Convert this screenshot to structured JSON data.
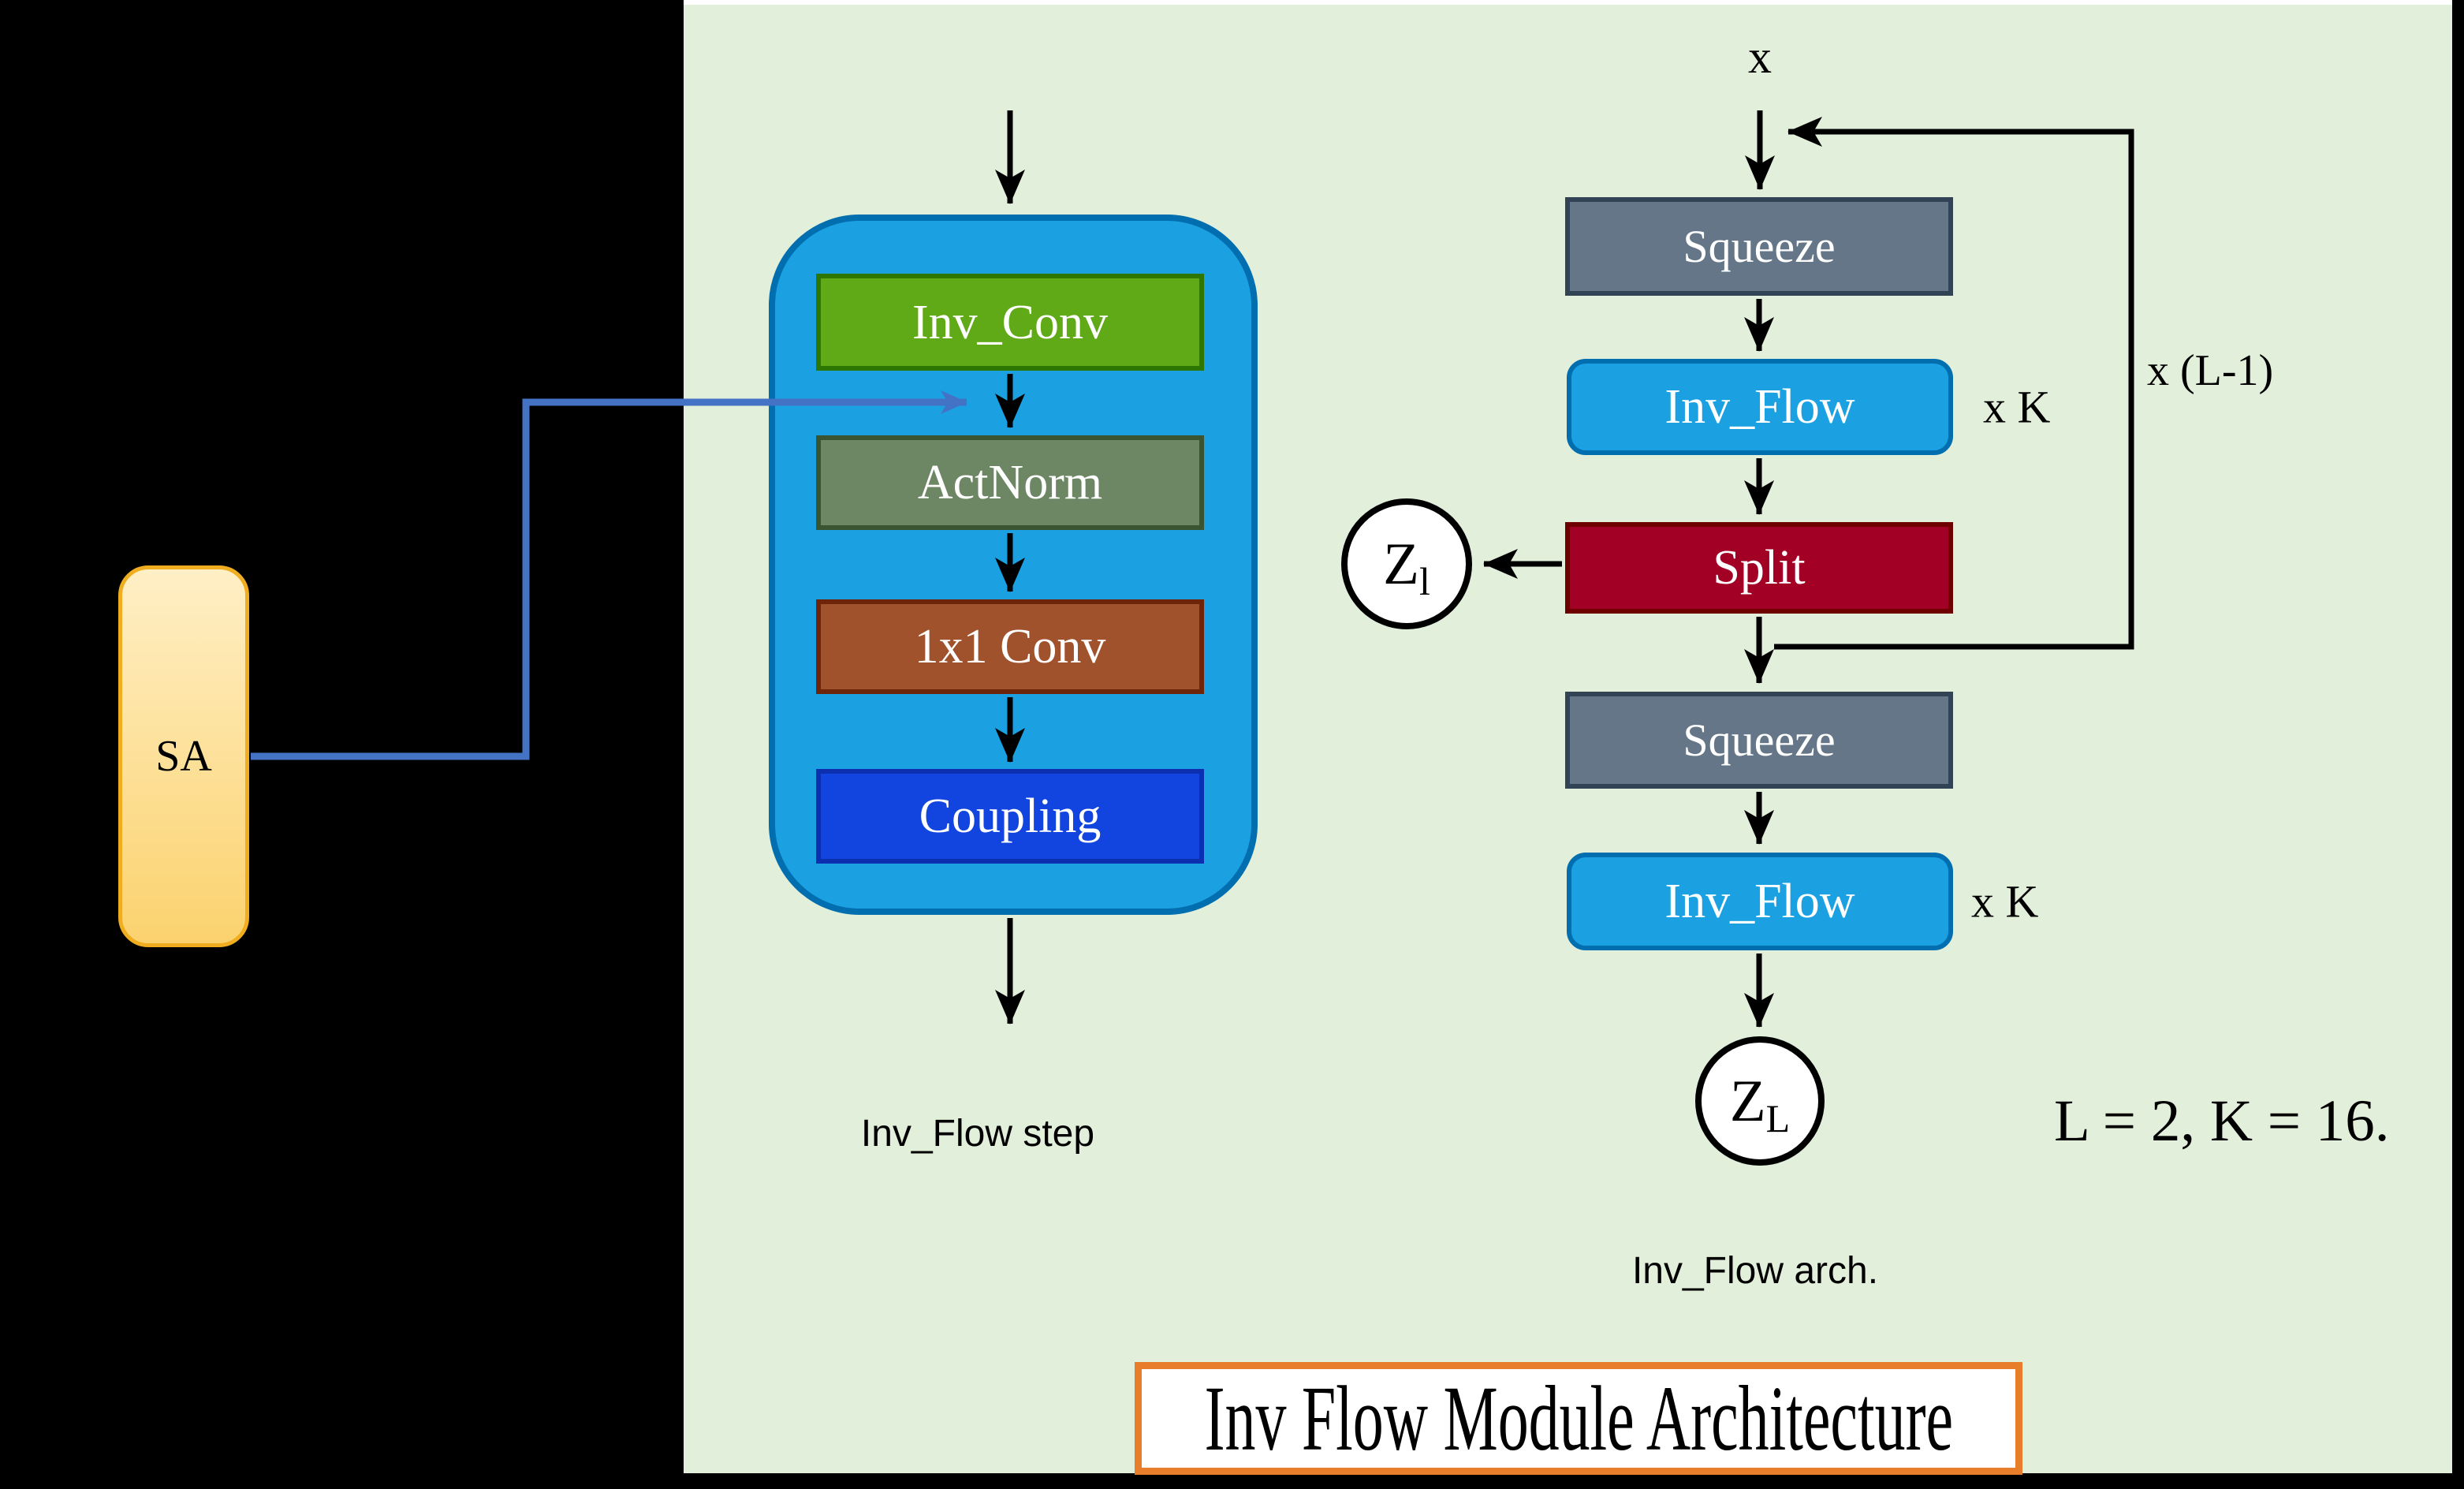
{
  "title": {
    "text": "Inv Flow Module Architecture"
  },
  "sa": {
    "label": "SA"
  },
  "step_module": {
    "caption": "Inv_Flow step",
    "blocks": [
      {
        "label": "Inv_Conv"
      },
      {
        "label": "ActNorm"
      },
      {
        "label": "1x1 Conv"
      },
      {
        "label": "Coupling"
      }
    ]
  },
  "arch_module": {
    "caption": "Inv_Flow arch.",
    "input_label": "x",
    "squeeze_top": "Squeeze",
    "inv_flow_top": "Inv_Flow",
    "repeat_top": "x K",
    "split": "Split",
    "squeeze_bottom": "Squeeze",
    "inv_flow_bottom": "Inv_Flow",
    "repeat_bottom": "x K",
    "loop_label": "x (L-1)",
    "z_split": {
      "base": "Z",
      "sub": "l"
    },
    "z_final": {
      "base": "Z",
      "sub": "L"
    },
    "params_note": "L = 2, K = 16."
  },
  "colors": {
    "background": "#000000",
    "panel": "#e2efda",
    "panel_edge": "#ffffff",
    "container_fill": "#1ba1e2",
    "container_stroke": "#006eaf",
    "invconv_fill": "#60a917",
    "invconv_stroke": "#2d7600",
    "actnorm_fill": "#6d8764",
    "actnorm_stroke": "#3a5431",
    "conv1x1_fill": "#a0522d",
    "conv1x1_stroke": "#6e2408",
    "coupling_fill": "#1245e0",
    "coupling_stroke": "#0b2fae",
    "squeeze_fill": "#647687",
    "squeeze_stroke": "#314354",
    "invflow_fill": "#1ba1e2",
    "invflow_stroke": "#006eaf",
    "split_fill": "#a20025",
    "split_stroke": "#6f0000",
    "sa_fill_top": "#ffefc6",
    "sa_fill_bottom": "#fbd26e",
    "sa_stroke": "#f0ad1f",
    "node_fill": "#ffffff",
    "node_stroke": "#000000",
    "arrow": "#000000",
    "sa_connector": "#4472c4",
    "title_bg": "#ffffff",
    "title_border": "#e87d2c",
    "text_on_dark": "#ffffff",
    "text": "#000000"
  }
}
